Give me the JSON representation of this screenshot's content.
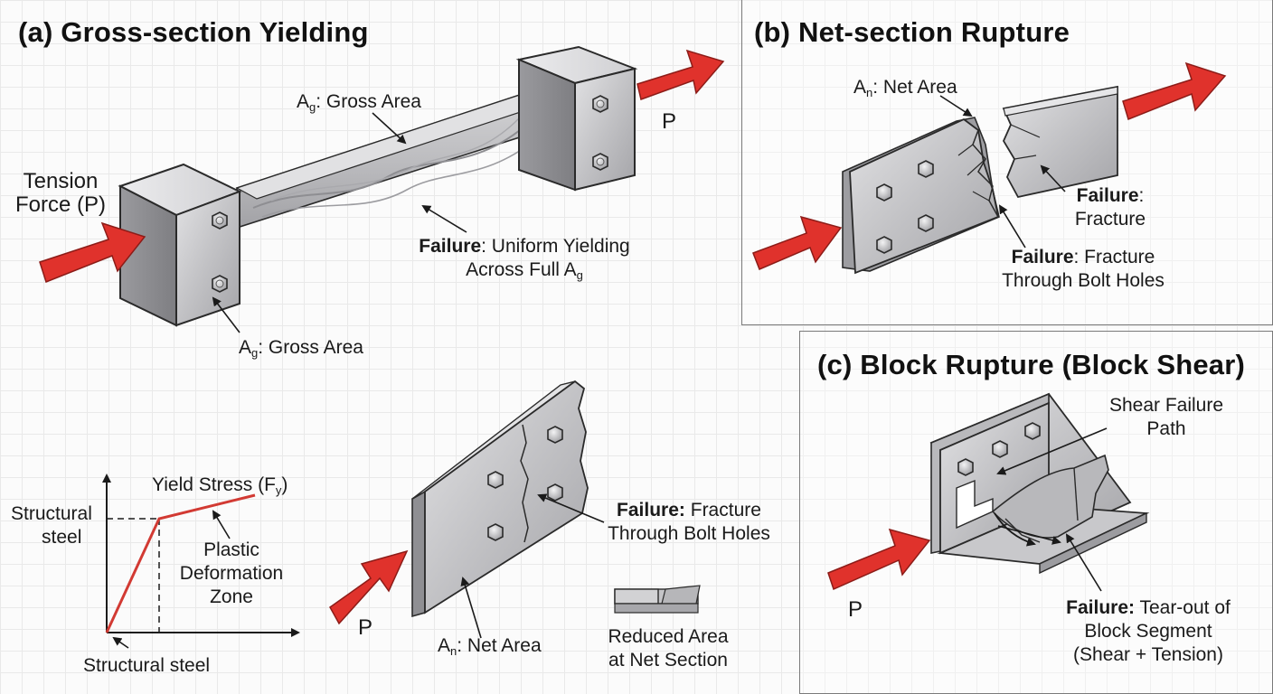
{
  "panels": {
    "a": {
      "title": "(a) Gross-section Yielding",
      "tension_force_line1": "Tension",
      "tension_force_line2": "Force (P)",
      "p_label": "P",
      "gross_area_top_sym": "A",
      "gross_area_top_sub": "g",
      "gross_area_top_text": ": Gross Area",
      "gross_area_bottom_sym": "A",
      "gross_area_bottom_sub": "g",
      "gross_area_bottom_text": ": Gross Area",
      "failure_bold": "Failure",
      "failure_line1": ": Uniform Yielding",
      "failure_line2": "Across Full A",
      "failure_line2_sub": "g"
    },
    "b": {
      "title": "(b) Net-section Rupture",
      "net_area_sym": "A",
      "net_area_sub": "n",
      "net_area_text": ": Net Area",
      "failure_right_bold": "Failure",
      "failure_right_line1": ":",
      "failure_right_line2": "Fracture",
      "failure_bottom_bold": "Failure",
      "failure_bottom_line1": ": Fracture",
      "failure_bottom_line2": "Through Bolt Holes"
    },
    "c": {
      "title": "(c) Block Rupture (Block Shear)",
      "shear_path_line1": "Shear Failure",
      "shear_path_line2": "Path",
      "p_label": "P",
      "failure_bold": "Failure:",
      "failure_line1": " Tear-out of",
      "failure_line2": "Block Segment",
      "failure_line3": "(Shear + Tension)"
    },
    "stress_strain": {
      "y_label_line1": "Structural",
      "y_label_line2": "steel",
      "yield_stress_text": "Yield Stress (F",
      "yield_stress_sub": "y",
      "yield_stress_close": ")",
      "plastic_line1": "Plastic",
      "plastic_line2": "Deformation",
      "plastic_line3": "Zone",
      "x_label": "Structural steel"
    },
    "net_plate": {
      "p_label": "P",
      "failure_bold": "Failure:",
      "failure_line1": " Fracture",
      "failure_line2": "Through Bolt Holes",
      "net_area_sym": "A",
      "net_area_sub": "n",
      "net_area_text": ": Net Area",
      "reduced_line1": "Reduced Area",
      "reduced_line2": "at Net Section"
    }
  },
  "colors": {
    "arrow_red": "#e0322c",
    "steel_light": "#d6d6d8",
    "steel_mid": "#b4b4b7",
    "steel_dark": "#8d8d91",
    "outline": "#2a2a2a",
    "curve_red": "#d23a33"
  }
}
